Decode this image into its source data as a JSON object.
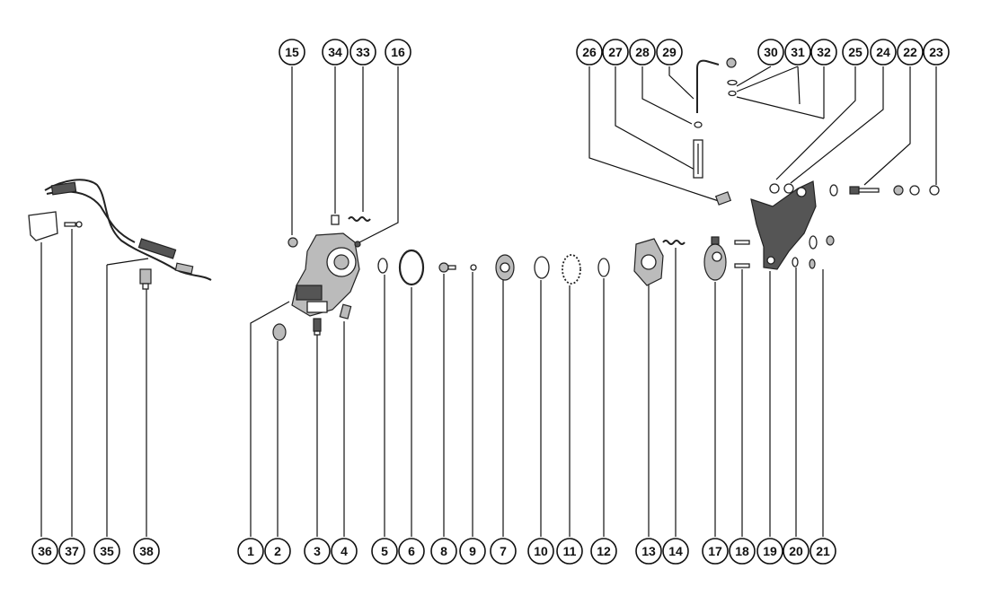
{
  "diagram": {
    "callouts": {
      "c1": "1",
      "c2": "2",
      "c3": "3",
      "c4": "4",
      "c5": "5",
      "c6": "6",
      "c7": "7",
      "c8": "8",
      "c9": "9",
      "c10": "10",
      "c11": "11",
      "c12": "12",
      "c13": "13",
      "c14": "14",
      "c15": "15",
      "c16": "16",
      "c17": "17",
      "c18": "18",
      "c19": "19",
      "c20": "20",
      "c21": "21",
      "c22": "22",
      "c23": "23",
      "c24": "24",
      "c25": "25",
      "c26": "26",
      "c27": "27",
      "c28": "28",
      "c29": "29",
      "c30": "30",
      "c31": "31",
      "c32": "32",
      "c33": "33",
      "c34": "34",
      "c35": "35",
      "c36": "36",
      "c37": "37",
      "c38": "38"
    }
  }
}
